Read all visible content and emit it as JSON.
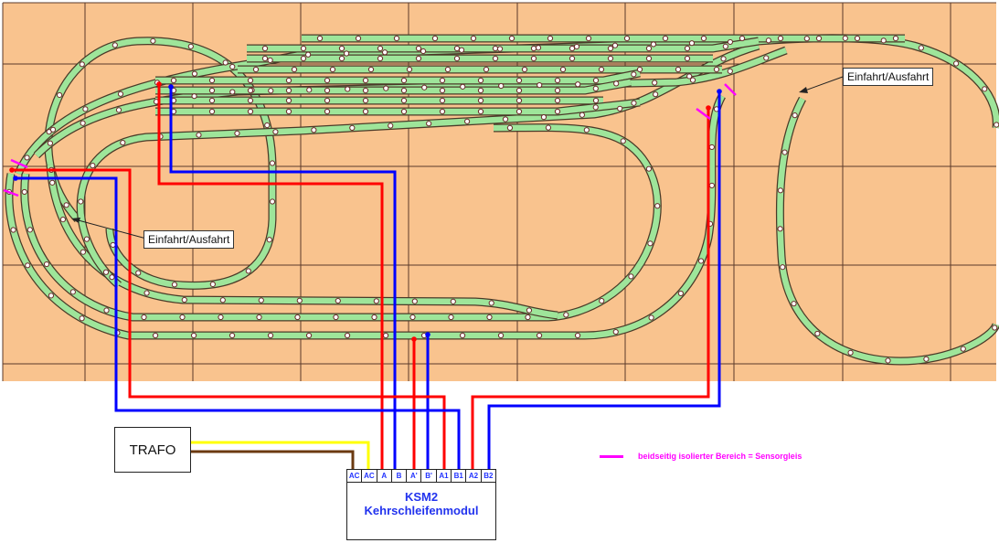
{
  "colors": {
    "baseboard": "#f9c38e",
    "grid": "#5a3a2a",
    "track_fill": "#9ee59a",
    "track_edge": "#4a3a28",
    "wire_a": "#ff0000",
    "wire_b": "#0000ff",
    "wire_ac1": "#ffff00",
    "wire_ac2": "#6b3a10",
    "isolation_mark": "#ff00ff"
  },
  "labels": {
    "entry_exit_left": "Einfahrt/Ausfahrt",
    "entry_exit_right": "Einfahrt/Ausfahrt"
  },
  "trafo": {
    "label": "TRAFO"
  },
  "module": {
    "name": "KSM2",
    "subtitle": "Kehrschleifenmodul",
    "terminals": [
      "AC",
      "AC",
      "A",
      "B",
      "A'",
      "B'",
      "A1",
      "B1",
      "A2",
      "B2"
    ]
  },
  "legend": {
    "text": "beidseitig isolierter Bereich = Sensorgleis"
  }
}
